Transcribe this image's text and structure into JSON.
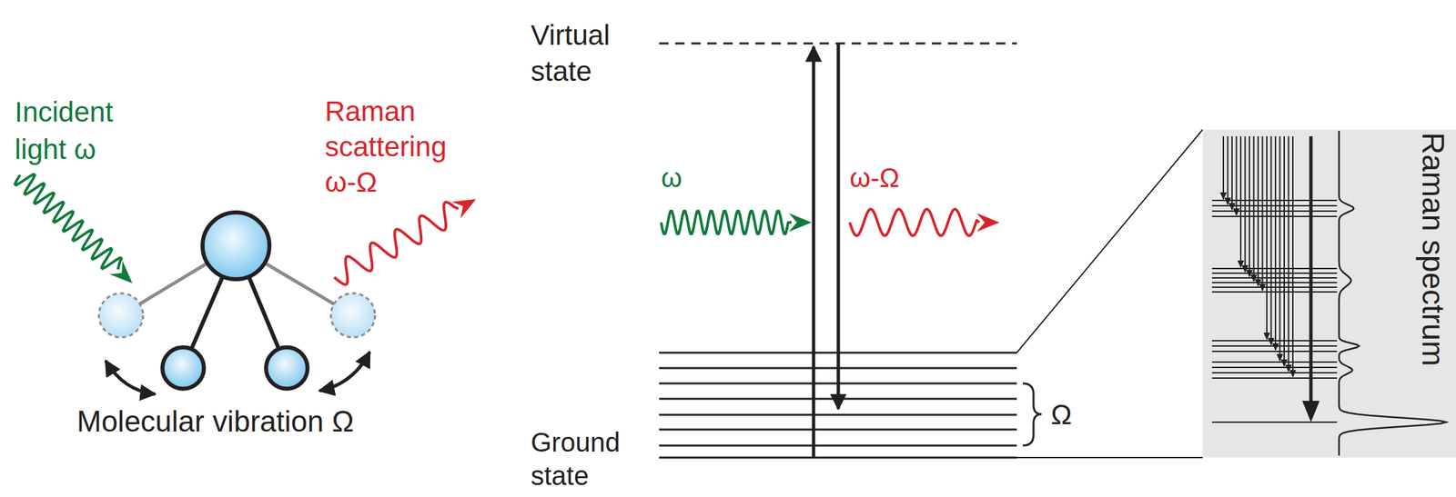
{
  "diagram": {
    "labels": [
      "Incident light ω",
      "Raman scattering ω-Ω",
      "Molecular vibration Ω",
      "Virtual state",
      "ω",
      "ω-Ω",
      "Ground state",
      "Ω",
      "Raman spectrum"
    ]
  }
}
